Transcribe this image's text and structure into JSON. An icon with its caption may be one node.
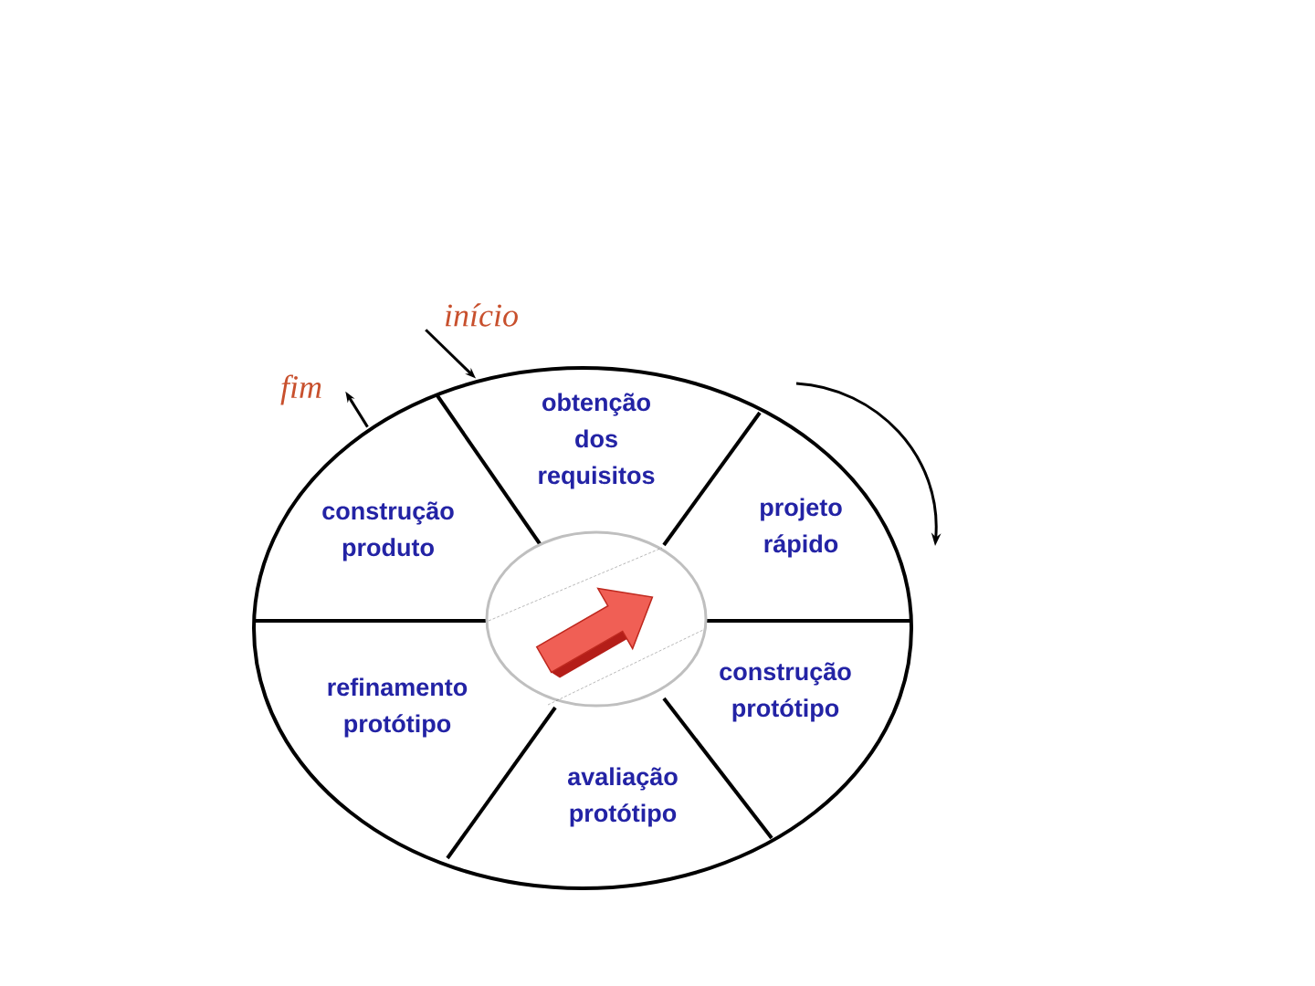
{
  "diagram": {
    "nodes": [
      {
        "text": [
          "início"
        ]
      },
      {
        "text": [
          "fim"
        ]
      },
      {
        "text": [],
        "shape": "circle"
      },
      {
        "text": [
          "obtenção dos requisitos"
        ],
        "in": 2
      },
      {
        "text": [
          "projeto rápido"
        ],
        "in": 2
      },
      {
        "text": [
          "construção protótipo"
        ],
        "in": 2
      },
      {
        "text": [
          "avaliação protótipo"
        ],
        "in": 2
      },
      {
        "text": [
          "refinamento protótipo"
        ],
        "in": 2
      },
      {
        "text": [
          "construção produto"
        ],
        "in": 2
      }
    ],
    "edges": [
      {
        "from": 0,
        "to": 2,
        "arrow": "to"
      },
      {
        "from": 2,
        "to": 1,
        "arrow": "to"
      }
    ]
  }
}
